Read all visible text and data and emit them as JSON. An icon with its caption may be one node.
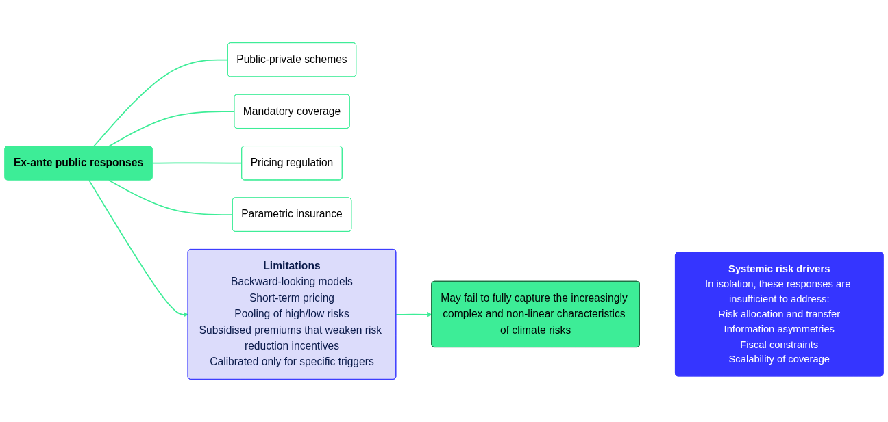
{
  "diagram": {
    "nodes": [
      {
        "text": [
          "Ex-ante public responses"
        ]
      },
      {
        "text": [
          "Public-private schemes"
        ]
      },
      {
        "text": [
          "Mandatory coverage"
        ]
      },
      {
        "text": [
          "Pricing regulation"
        ]
      },
      {
        "text": [
          "Parametric insurance"
        ]
      },
      {
        "text": [
          "Limitations",
          "Backward-looking models",
          "Short-term pricing",
          "Pooling of high/low risks",
          "Subsidised premiums that weaken risk reduction incentives",
          "Calibrated only for specific triggers"
        ]
      },
      {
        "text": [
          "May fail to fully capture the increasingly complex and non-linear characteristics of climate risks"
        ]
      },
      {
        "text": [
          "Systemic risk drivers",
          "In isolation, these responses are insufficient to address:",
          "Risk allocation and transfer",
          "Information asymmetries",
          "Fiscal constraints",
          "Scalability of coverage"
        ]
      }
    ],
    "edges": [
      {
        "from": 0,
        "to": 1,
        "arrow": "none"
      },
      {
        "from": 0,
        "to": 2,
        "arrow": "none"
      },
      {
        "from": 0,
        "to": 3,
        "arrow": "none"
      },
      {
        "from": 0,
        "to": 4,
        "arrow": "none"
      },
      {
        "from": 0,
        "to": 5,
        "arrow": "to"
      },
      {
        "from": 5,
        "to": 6,
        "arrow": "to"
      }
    ]
  }
}
